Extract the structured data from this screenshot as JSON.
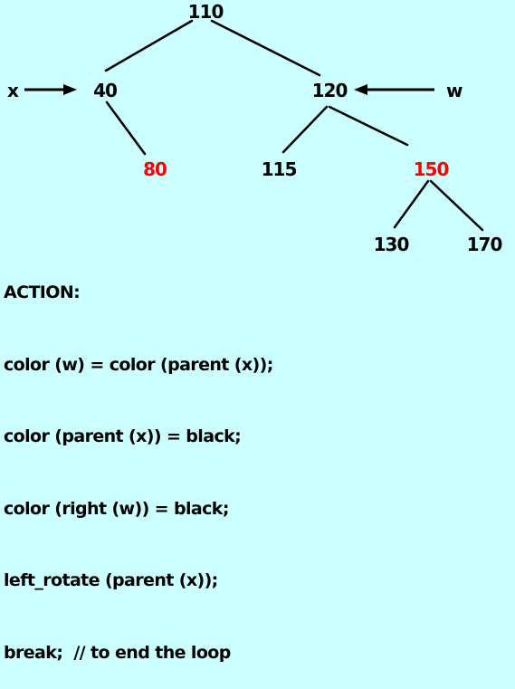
{
  "colors": {
    "background": "#ccffff",
    "black_node": "#000000",
    "red_node": "#ff0000",
    "edge": "#000000"
  },
  "tree": {
    "nodes": {
      "n110": {
        "label": "110",
        "color": "black"
      },
      "n40": {
        "label": "40",
        "color": "black"
      },
      "n120": {
        "label": "120",
        "color": "black"
      },
      "n80": {
        "label": "80",
        "color": "red"
      },
      "n115": {
        "label": "115",
        "color": "black"
      },
      "n150": {
        "label": "150",
        "color": "red"
      },
      "n130": {
        "label": "130",
        "color": "black"
      },
      "n170": {
        "label": "170",
        "color": "black"
      }
    },
    "edges": [
      [
        "n110",
        "n40"
      ],
      [
        "n110",
        "n120"
      ],
      [
        "n40",
        "n80"
      ],
      [
        "n120",
        "n115"
      ],
      [
        "n120",
        "n150"
      ],
      [
        "n150",
        "n130"
      ],
      [
        "n150",
        "n170"
      ]
    ]
  },
  "pointers": {
    "x": {
      "label": "x",
      "target": "n40"
    },
    "w": {
      "label": "w",
      "target": "n120"
    }
  },
  "action": {
    "heading": "ACTION:",
    "lines": [
      "color (w) = color (parent (x));",
      "color (parent (x)) = black;",
      "color (right (w)) = black;",
      "left_rotate (parent (x));",
      "break;  // to end the loop"
    ]
  }
}
